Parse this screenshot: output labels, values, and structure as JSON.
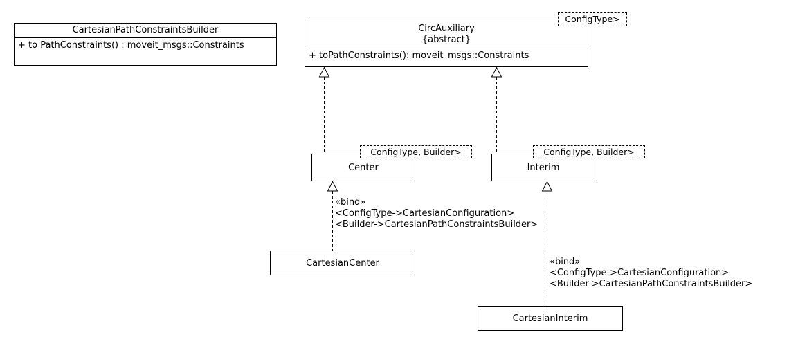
{
  "colors": {
    "stroke": "#000000",
    "background": "#ffffff",
    "text": "#000000"
  },
  "classes": {
    "cartesian_path_constraints_builder": {
      "name": "CartesianPathConstraintsBuilder",
      "operation": "+ to PathConstraints() : moveit_msgs::Constraints"
    },
    "circ_auxiliary": {
      "name": "CircAuxiliary",
      "modifier": "{abstract}",
      "operation": "+ toPathConstraints(): moveit_msgs::Constraints",
      "template_params": "ConfigType>"
    },
    "center": {
      "name": "Center",
      "template_params": "ConfigType, Builder>"
    },
    "interim": {
      "name": "Interim",
      "template_params": "ConfigType, Builder>"
    },
    "cartesian_center": {
      "name": "CartesianCenter"
    },
    "cartesian_interim": {
      "name": "CartesianInterim"
    }
  },
  "bindings": {
    "center": {
      "stereotype": "«bind»",
      "param1": "<ConfigType->CartesianConfiguration>",
      "param2": "<Builder->CartesianPathConstraintsBuilder>"
    },
    "interim": {
      "stereotype": "«bind»",
      "param1": "<ConfigType->CartesianConfiguration>",
      "param2": "<Builder->CartesianPathConstraintsBuilder>"
    }
  }
}
